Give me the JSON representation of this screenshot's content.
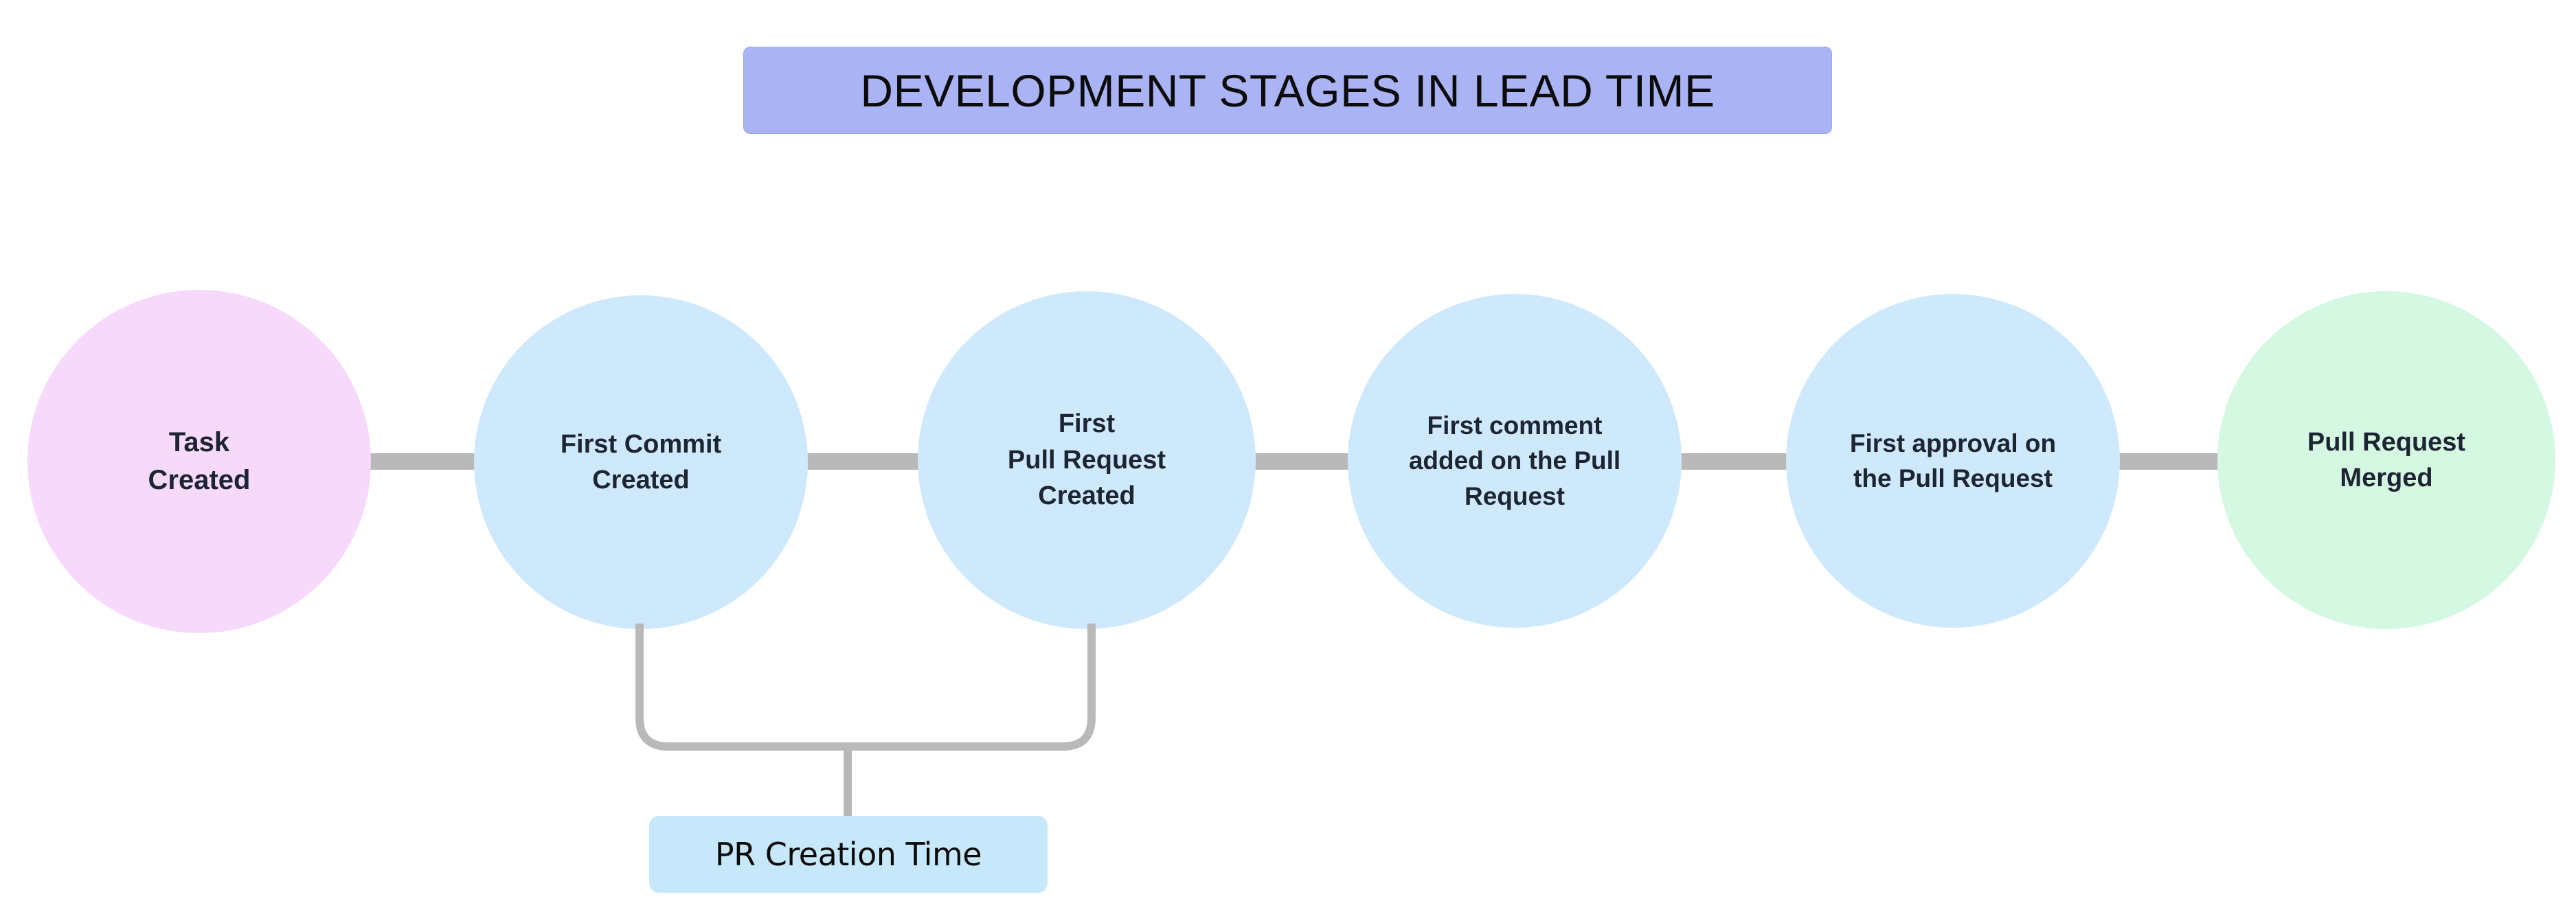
{
  "diagram": {
    "title": "DEVELOPMENT STAGES IN LEAD TIME",
    "title_background": "#aab4f5",
    "background": "#ffffff",
    "connector_color": "#b9b9b9",
    "text_color": "#1d2432"
  },
  "stages": [
    {
      "id": "task-created",
      "label": "Task\nCreated",
      "color": "#f6d9fb"
    },
    {
      "id": "first-commit-created",
      "label": "First Commit\nCreated",
      "color": "#cfe9fc"
    },
    {
      "id": "first-pull-request-created",
      "label": "First\nPull Request\nCreated",
      "color": "#cfe9fc"
    },
    {
      "id": "first-comment-added",
      "label": "First comment\nadded on the Pull\nRequest",
      "color": "#cfe9fc"
    },
    {
      "id": "first-approval",
      "label": "First approval on\nthe Pull Request",
      "color": "#cfe9fc"
    },
    {
      "id": "pull-request-merged",
      "label": "Pull Request\nMerged",
      "color": "#d5f8e2"
    }
  ],
  "annotation": {
    "id": "pr-creation-time",
    "label": "PR Creation Time",
    "color": "#c7e8fb",
    "spans_from": "first-commit-created",
    "spans_to": "first-pull-request-created"
  }
}
